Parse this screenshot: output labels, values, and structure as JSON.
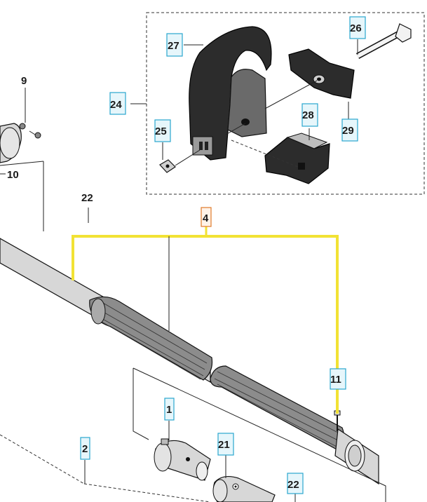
{
  "callouts": {
    "c1": "1",
    "c2": "2",
    "c4": "4",
    "c9": "9",
    "c10": "10",
    "c11": "11",
    "c21": "21",
    "c22a": "22",
    "c22b": "22",
    "c24": "24",
    "c25": "25",
    "c26": "26",
    "c27": "27",
    "c28": "28",
    "c29": "29"
  },
  "colors": {
    "highlight_line": "#f2e234",
    "label_box_border": "#2aa6cf",
    "assembly_label_border": "#e07b2a"
  }
}
